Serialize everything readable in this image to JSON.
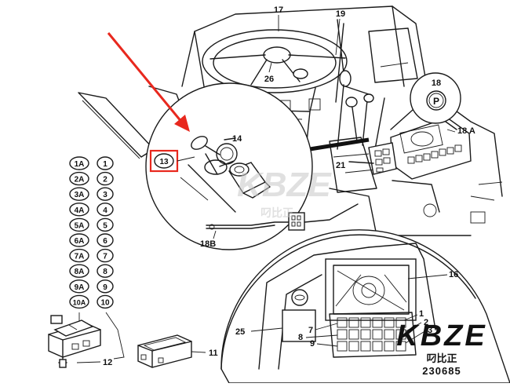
{
  "callouts": {
    "c17": "17",
    "c19": "19",
    "c26": "26",
    "c18": "18",
    "c18a": "18 A",
    "c14": "14",
    "c13": "13",
    "c21": "21",
    "c18b": "18B",
    "c16": "16",
    "c25": "25",
    "c7": "7",
    "c8": "8",
    "c9": "9",
    "c1": "1",
    "c2": "2",
    "c3": "3",
    "c11": "11",
    "c12": "12",
    "park": "P"
  },
  "switch_pairs": [
    {
      "a": "1A",
      "n": "1"
    },
    {
      "a": "2A",
      "n": "2"
    },
    {
      "a": "3A",
      "n": "3"
    },
    {
      "a": "4A",
      "n": "4"
    },
    {
      "a": "5A",
      "n": "5"
    },
    {
      "a": "6A",
      "n": "6"
    },
    {
      "a": "7A",
      "n": "7"
    },
    {
      "a": "8A",
      "n": "8"
    },
    {
      "a": "9A",
      "n": "9"
    },
    {
      "a": "10A",
      "n": "10"
    }
  ],
  "watermark": {
    "text": "KBZE",
    "cn": "叼比正"
  },
  "brand": {
    "logo": "KBZE",
    "cn": "叼比正",
    "code": "230685"
  },
  "colors": {
    "arrow": "#e8281e",
    "highlight_box": "#e8281e",
    "line": "#1a1a1a"
  }
}
